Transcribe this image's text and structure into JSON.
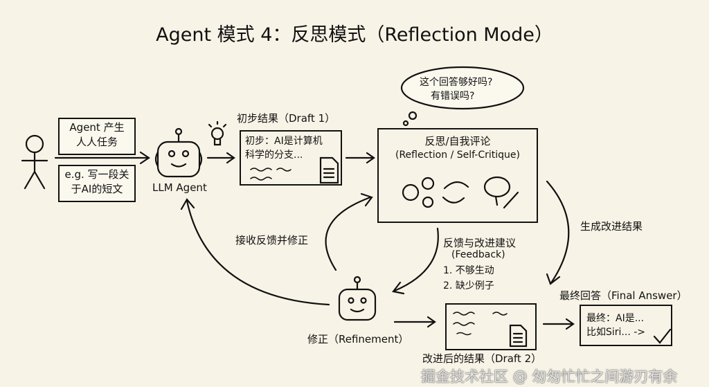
{
  "title": "Agent 模式 4：反思模式（Reflection Mode）",
  "task_box": {
    "line1": "Agent 产生",
    "line2": "人人任务"
  },
  "example_box": {
    "line1": "e.g. 写一段关",
    "line2": "于AI的短文"
  },
  "llm_agent_label": "LLM Agent",
  "draft1": {
    "label": "初步结果（Draft 1）",
    "line1": "初步：AI是计算机",
    "line2": "科学的分支..."
  },
  "thought": {
    "line1": "这个回答够好吗?",
    "line2": "有错误吗?"
  },
  "reflection": {
    "line1": "反思/自我评论",
    "line2": "(Reflection / Self-Critique)"
  },
  "generate_label": "生成改进结果",
  "receive_label": "接收反馈并修正",
  "feedback": {
    "line1": "反馈与改进建议",
    "line2": "(Feedback)",
    "item1": "1. 不够生动",
    "item2": "2. 缺少例子"
  },
  "refinement_label": "修正（Refinement）",
  "draft2_label": "改进后的结果（Draft 2）",
  "final": {
    "label": "最终回答（Final Answer）",
    "line1": "最终：AI是...",
    "line2": "比如Siri... ->"
  },
  "watermark": "掘金技术社区 @ 匆匆忙忙之间游刃有余"
}
